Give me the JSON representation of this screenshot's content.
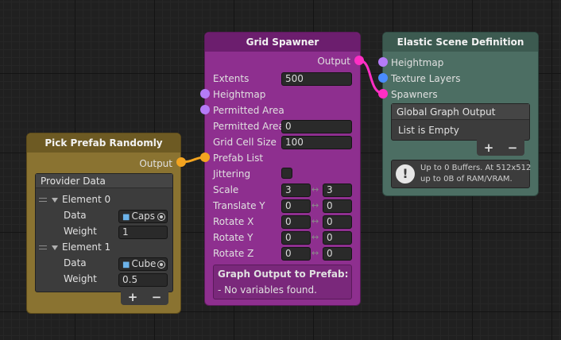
{
  "colors": {
    "grid_spawner": "#8e2f8f",
    "grid_spawner_header": "#6c1e6e",
    "pick_prefab": "#8a7331",
    "pick_prefab_header": "#6d5a23",
    "elastic": "#4c6e63",
    "elastic_header": "#3c5a50",
    "port_purple": "#b57bf7",
    "port_magenta": "#ff2fc4",
    "port_blue": "#4a8cff",
    "port_orange": "#f3a420"
  },
  "pick_prefab": {
    "title": "Pick Prefab Randomly",
    "output_label": "Output",
    "provider_header": "Provider Data",
    "elements": [
      {
        "label": "Element 0",
        "data_label": "Data",
        "data_value": "Caps",
        "weight_label": "Weight",
        "weight_value": "1"
      },
      {
        "label": "Element 1",
        "data_label": "Data",
        "data_value": "Cube",
        "weight_label": "Weight",
        "weight_value": "0.5"
      }
    ],
    "add_label": "+",
    "remove_label": "−"
  },
  "grid_spawner": {
    "title": "Grid Spawner",
    "output_label": "Output",
    "extents_label": "Extents",
    "extents_value": "500",
    "heightmap_label": "Heightmap",
    "permitted_area_port_label": "Permitted Area",
    "permitted_area_label": "Permitted Area",
    "permitted_area_value": "0",
    "grid_cell_size_label": "Grid Cell Size",
    "grid_cell_size_value": "100",
    "prefab_list_label": "Prefab List",
    "jittering_label": "Jittering",
    "range_arrow": "↔",
    "ranges": [
      {
        "label": "Scale",
        "min": "3",
        "max": "3"
      },
      {
        "label": "Translate Y",
        "min": "0",
        "max": "0"
      },
      {
        "label": "Rotate X",
        "min": "0",
        "max": "0"
      },
      {
        "label": "Rotate Y",
        "min": "0",
        "max": "0"
      },
      {
        "label": "Rotate Z",
        "min": "0",
        "max": "0"
      }
    ],
    "graph_output_title": "Graph Output to Prefab:",
    "graph_output_message": "- No variables found."
  },
  "elastic": {
    "title": "Elastic Scene Definition",
    "heightmap_label": "Heightmap",
    "texture_layers_label": "Texture Layers",
    "spawners_label": "Spawners",
    "global_output_header": "Global Graph Output",
    "list_empty": "List is Empty",
    "add_label": "+",
    "remove_label": "−",
    "info_line1": "Up to 0 Buffers. At 512x512",
    "info_line2": "up to 0B of RAM/VRAM.",
    "info_icon": "exclamation-icon"
  }
}
